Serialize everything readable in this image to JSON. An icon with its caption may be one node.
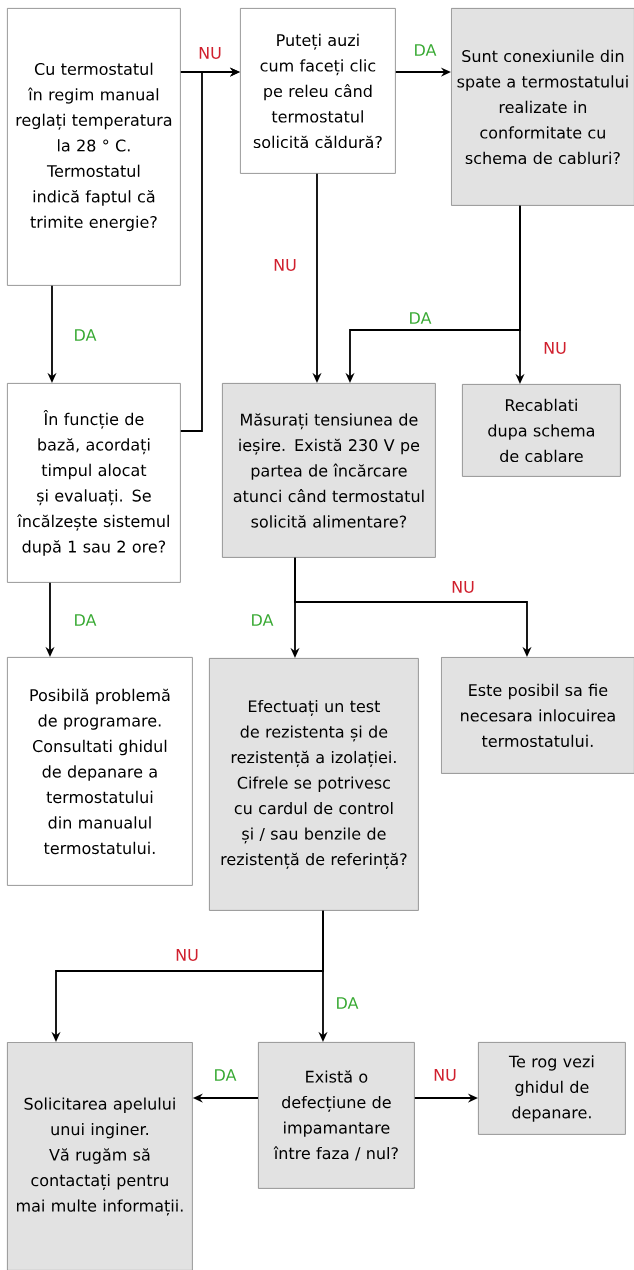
{
  "diagram": {
    "nodes": [
      {
        "text": [
          "Cu termostatul în regim manual reglați temperatura la 28 ° C. Termostatul indică faptul că trimite energie?"
        ]
      },
      {
        "text": [
          "Puteți auzi cum faceți clic pe releu când termostatul solicită căldură?"
        ]
      },
      {
        "text": [
          "Sunt conexiunile din spate a termostatului realizate in conformitate cu schema de cabluri?"
        ]
      },
      {
        "text": [
          "În funcție de bază, acordați timpul alocat și evaluați. Se încălzește sistemul după 1 sau 2 ore?"
        ]
      },
      {
        "text": [
          "Măsurați tensiunea de ieșire. Există 230 V pe partea de încărcare atunci când termostatul solicită alimentare?"
        ]
      },
      {
        "text": [
          "Recablati dupa schema de cablare"
        ]
      },
      {
        "text": [
          "Posibilă problemă de programare. Consultati ghidul de depanare a termostatului din manualul termostatului."
        ]
      },
      {
        "text": [
          "Efectuați un test de rezistenta și de rezistență a izolației. Cifrele se potrivesc cu cardul de control și / sau benzile de rezistență de referință?"
        ]
      },
      {
        "text": [
          "Este posibil sa fie necesara inlocuirea termostatului."
        ]
      },
      {
        "text": [
          "Solicitarea apelului unui inginer. Vă rugăm să contactați pentru mai multe informații."
        ]
      },
      {
        "text": [
          "Există o defecțiune de impamantare între faza / nul?"
        ]
      },
      {
        "text": [
          "Te rog vezi ghidul de depanare."
        ]
      }
    ],
    "edges": [
      {
        "from": 0,
        "to": 1,
        "arrow": "to",
        "label": "NU"
      },
      {
        "from": 3,
        "to": 1,
        "arrow": "to"
      },
      {
        "from": 0,
        "to": 3,
        "arrow": "to",
        "label": "DA"
      },
      {
        "from": 1,
        "to": 2,
        "arrow": "to",
        "label": "DA"
      },
      {
        "from": 1,
        "to": 4,
        "arrow": "to",
        "label": "NU"
      },
      {
        "from": 2,
        "to": 4,
        "arrow": "to",
        "label": "DA"
      },
      {
        "from": 2,
        "to": 5,
        "arrow": "to",
        "label": "NU"
      },
      {
        "from": 3,
        "to": 6,
        "arrow": "to",
        "label": "DA"
      },
      {
        "from": 4,
        "to": 7,
        "arrow": "to",
        "label": "DA"
      },
      {
        "from": 4,
        "to": 8,
        "arrow": "to",
        "label": "NU"
      },
      {
        "from": 7,
        "to": 9,
        "arrow": "to",
        "label": "NU"
      },
      {
        "from": 7,
        "to": 10,
        "arrow": "to",
        "label": "DA"
      },
      {
        "from": 10,
        "to": 9,
        "arrow": "to",
        "label": "DA"
      },
      {
        "from": 10,
        "to": 11,
        "arrow": "to",
        "label": "NU"
      }
    ]
  }
}
